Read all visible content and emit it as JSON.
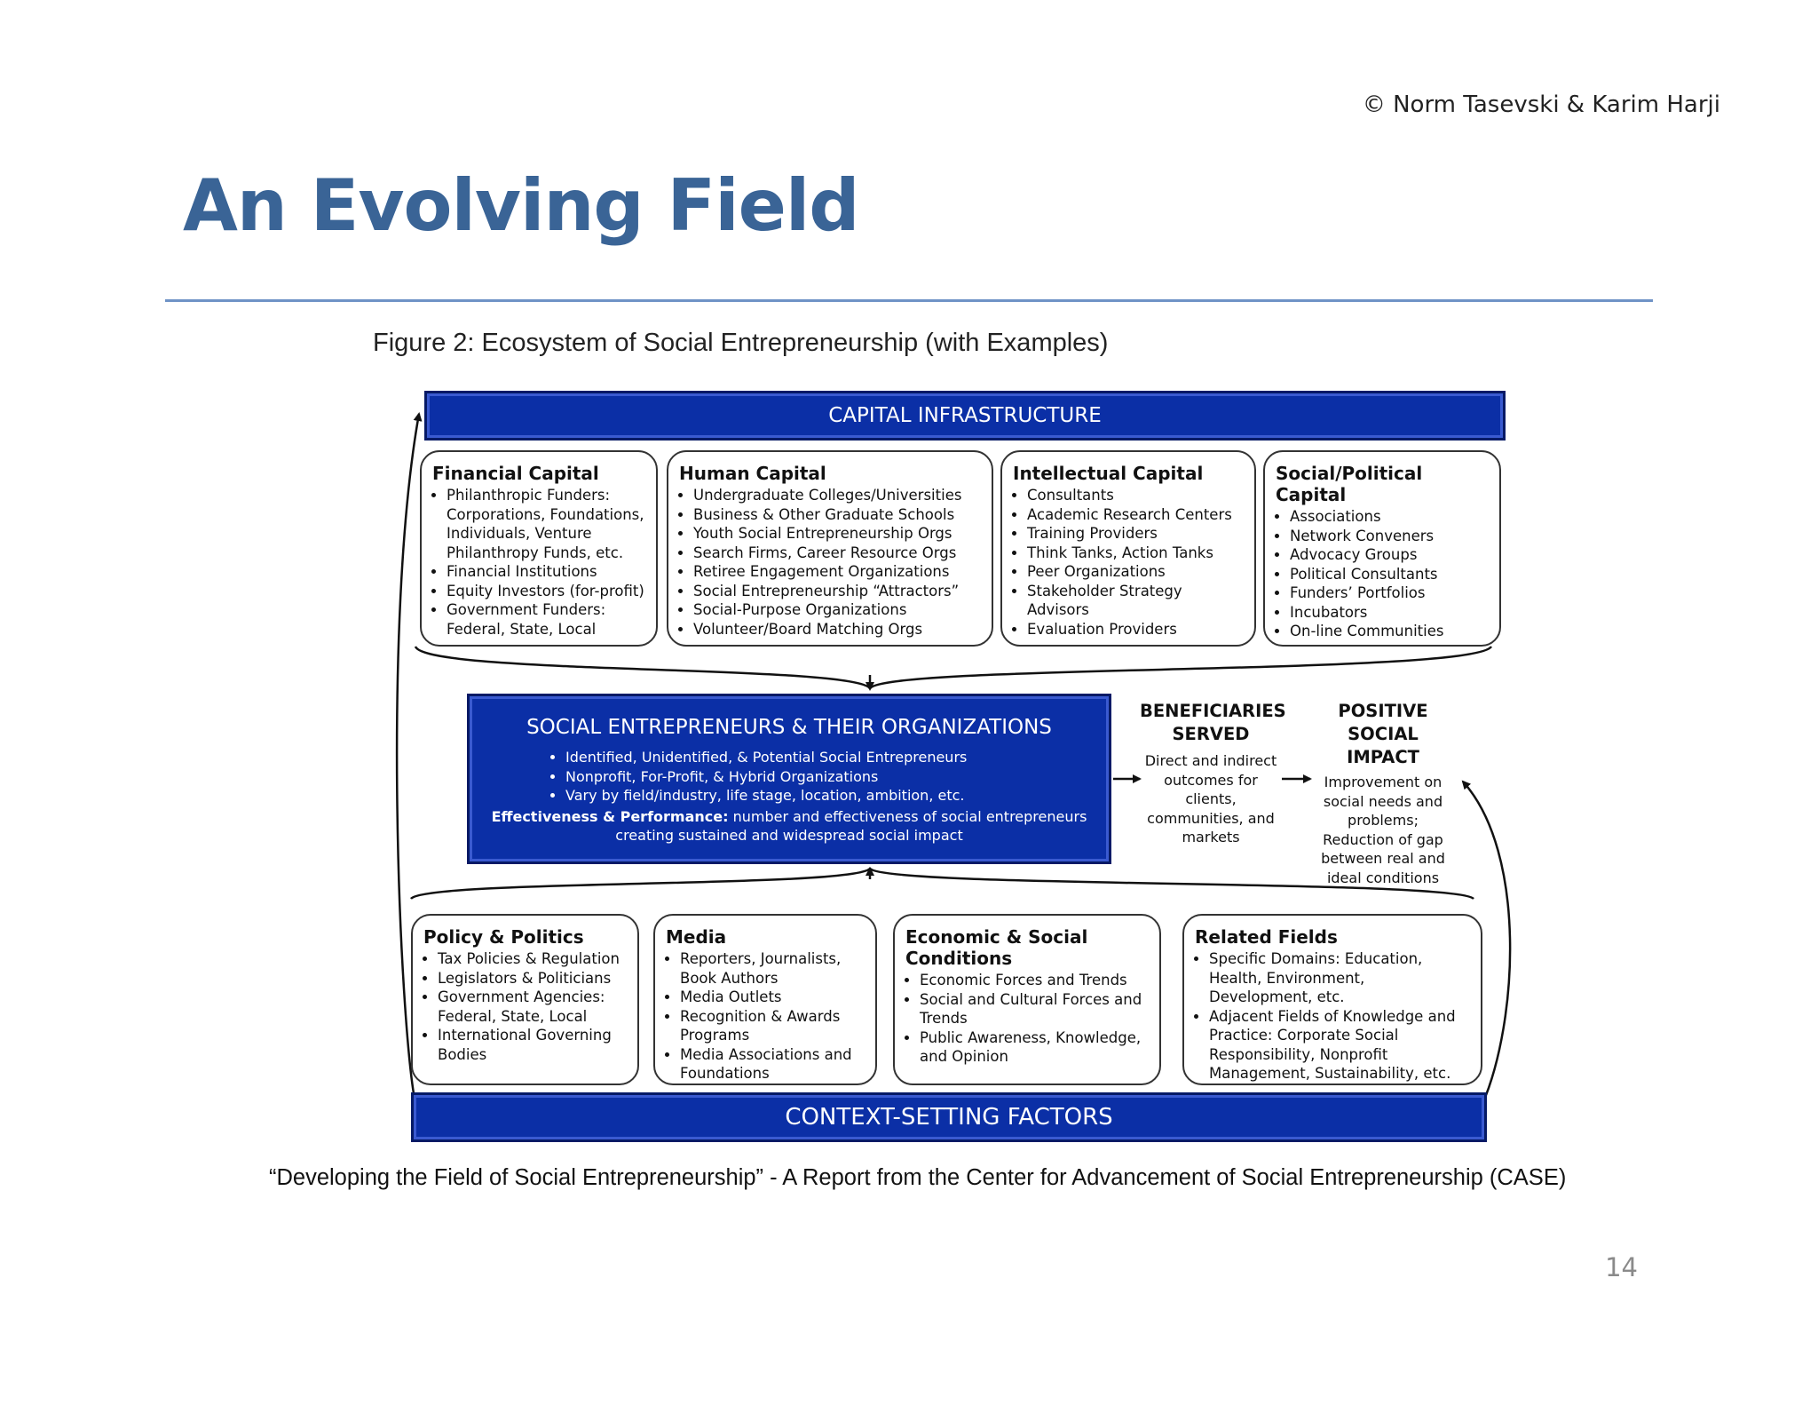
{
  "header": {
    "copyright": "© Norm Tasevski & Karim Harji",
    "title": "An Evolving Field"
  },
  "figure": {
    "caption": "Figure 2: Ecosystem of Social Entrepreneurship (with Examples)",
    "capital_banner": "CAPITAL INFRASTRUCTURE",
    "context_banner": "CONTEXT-SETTING FACTORS",
    "capital_boxes": [
      {
        "title": "Financial Capital",
        "items": [
          "Philanthropic Funders: Corporations, Foundations, Individuals, Venture Philanthropy Funds, etc.",
          "Financial Institutions",
          "Equity Investors (for-profit)",
          "Government Funders: Federal, State, Local"
        ]
      },
      {
        "title": "Human Capital",
        "items": [
          "Undergraduate Colleges/Universities",
          "Business & Other Graduate Schools",
          "Youth Social Entrepreneurship Orgs",
          "Search Firms, Career Resource Orgs",
          "Retiree Engagement Organizations",
          "Social Entrepreneurship “Attractors”",
          "Social-Purpose Organizations",
          "Volunteer/Board Matching Orgs"
        ]
      },
      {
        "title": "Intellectual Capital",
        "items": [
          "Consultants",
          "Academic Research Centers",
          "Training Providers",
          "Think Tanks, Action Tanks",
          "Peer Organizations",
          "Stakeholder Strategy Advisors",
          "Evaluation Providers"
        ]
      },
      {
        "title": "Social/Political Capital",
        "items": [
          "Associations",
          "Network Conveners",
          "Advocacy Groups",
          "Political Consultants",
          "Funders’ Portfolios",
          "Incubators",
          "On-line Communities"
        ]
      }
    ],
    "center": {
      "title": "SOCIAL ENTREPRENEURS & THEIR ORGANIZATIONS",
      "items": [
        "Identified, Unidentified, & Potential Social Entrepreneurs",
        "Nonprofit, For-Profit, & Hybrid Organizations",
        "Vary by field/industry, life stage, location, ambition, etc."
      ],
      "effectiveness_label": "Effectiveness & Performance:",
      "effectiveness_text": "number and effectiveness of social entrepreneurs",
      "effectiveness_text2": "creating sustained and widespread social impact"
    },
    "beneficiaries": {
      "title_line1": "BENEFICIARIES",
      "title_line2": "SERVED",
      "text_lines": [
        "Direct and indirect",
        "outcomes for",
        "clients,",
        "communities, and",
        "markets"
      ]
    },
    "impact": {
      "title_line1": "POSITIVE",
      "title_line2": "SOCIAL IMPACT",
      "text_lines": [
        "Improvement on",
        "social needs and",
        "problems;",
        "Reduction of gap",
        "between real and",
        "ideal conditions"
      ]
    },
    "context_boxes": [
      {
        "title": "Policy & Politics",
        "items": [
          "Tax Policies & Regulation",
          "Legislators & Politicians",
          "Government Agencies: Federal, State, Local",
          "International Governing Bodies"
        ]
      },
      {
        "title": "Media",
        "items": [
          "Reporters, Journalists, Book Authors",
          "Media Outlets",
          "Recognition & Awards Programs",
          "Media Associations and Foundations"
        ]
      },
      {
        "title": "Economic & Social Conditions",
        "items": [
          "Economic Forces and Trends",
          "Social and Cultural Forces and Trends",
          "Public Awareness, Knowledge, and Opinion"
        ]
      },
      {
        "title": "Related Fields",
        "items": [
          "Specific Domains: Education, Health, Environment, Development, etc.",
          "Adjacent Fields of Knowledge and Practice: Corporate Social Responsibility, Nonprofit Management, Sustainability, etc."
        ]
      }
    ]
  },
  "footer": {
    "source": "“Developing the Field of Social Entrepreneurship” - A Report from the Center for Advancement of  Social Entrepreneurship  (CASE)",
    "page_number": "14"
  }
}
